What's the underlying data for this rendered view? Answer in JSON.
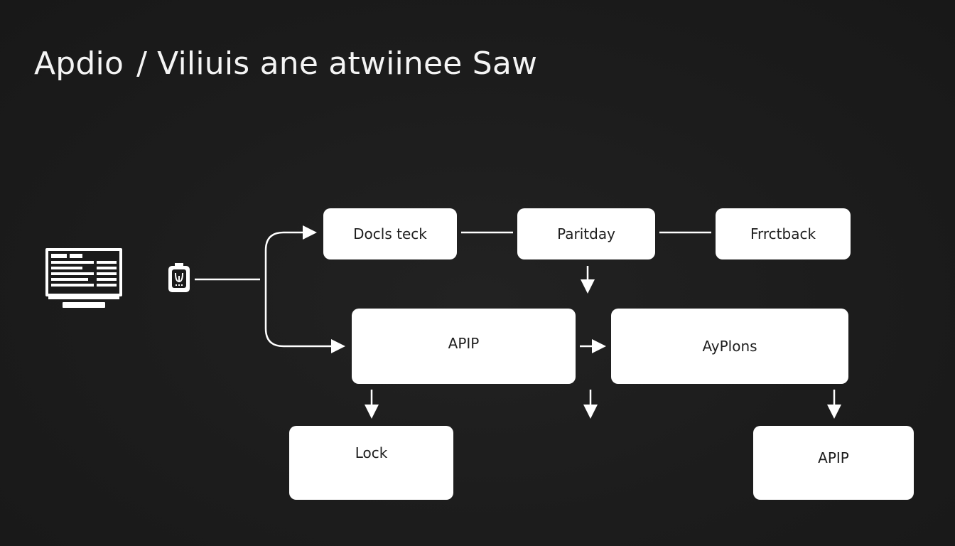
{
  "title": {
    "left": "Apdio",
    "separator": "/",
    "right": "Viliuis ane atwiinee Saw"
  },
  "icons": {
    "terminal": "monitor-icon",
    "device": "device-icon"
  },
  "colors": {
    "background": "#1b1b1b",
    "node_fill": "#ffffff",
    "node_text": "#1e1e1e",
    "line": "#ffffff",
    "title_text": "#f4f4f4"
  },
  "nodes": {
    "docs": "Docls teck",
    "parit": "Paritday",
    "frct": "Frrctback",
    "apip1": "APIP",
    "ayplons": "AyPlons",
    "lock": "Lock",
    "apip2": "APIP"
  }
}
